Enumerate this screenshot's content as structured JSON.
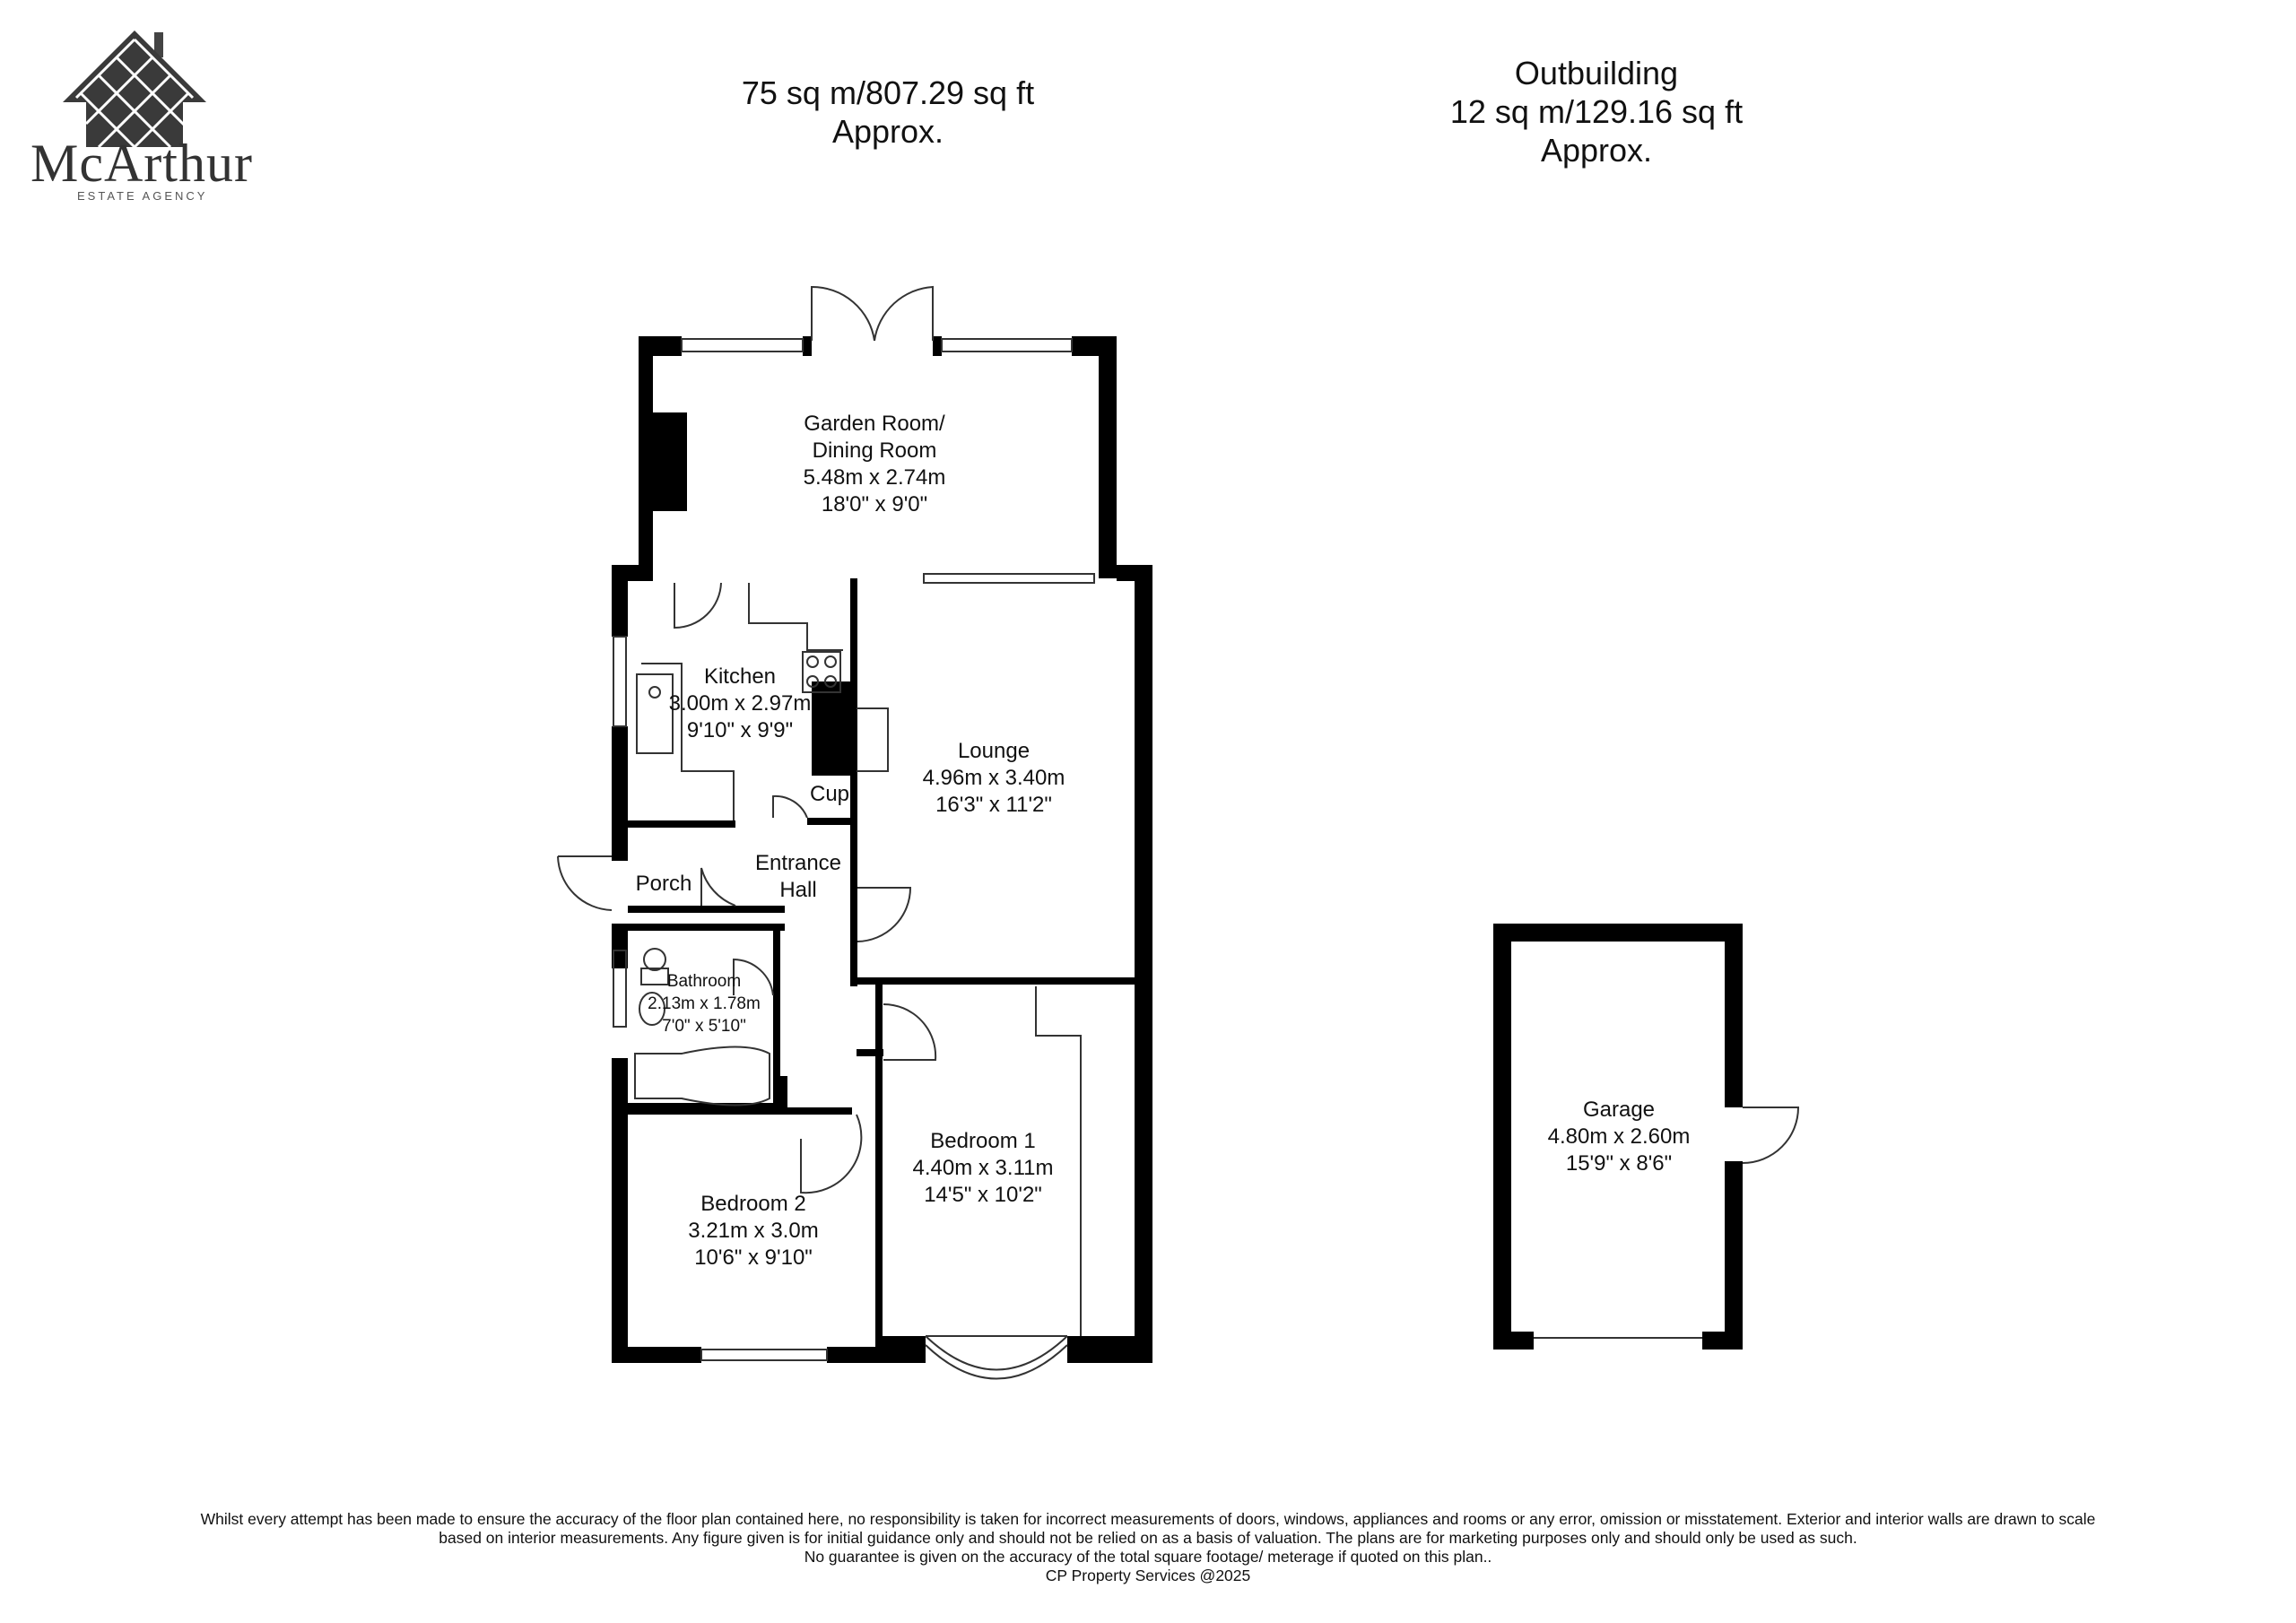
{
  "brand": {
    "name": "McArthur",
    "tagline": "ESTATE AGENCY"
  },
  "main_area": {
    "line1": "75 sq m/807.29 sq ft",
    "line2": "Approx."
  },
  "outbuilding_area": {
    "title": "Outbuilding",
    "line1": "12 sq m/129.16 sq ft",
    "line2": "Approx."
  },
  "rooms": {
    "garden_room": {
      "name1": "Garden Room/",
      "name2": "Dining Room",
      "metric": "5.48m x 2.74m",
      "imperial": "18'0\" x 9'0\""
    },
    "kitchen": {
      "name": "Kitchen",
      "metric": "3.00m x 2.97m",
      "imperial": "9'10\" x 9'9\""
    },
    "lounge": {
      "name": "Lounge",
      "metric": "4.96m x 3.40m",
      "imperial": "16'3\" x 11'2\""
    },
    "cup": {
      "name": "Cup"
    },
    "entrance_hall": {
      "name1": "Entrance",
      "name2": "Hall"
    },
    "porch": {
      "name": "Porch"
    },
    "bathroom": {
      "name": "Bathroom",
      "metric": "2.13m x 1.78m",
      "imperial": "7'0\" x 5'10\""
    },
    "bedroom1": {
      "name": "Bedroom 1",
      "metric": "4.40m x 3.11m",
      "imperial": "14'5\" x 10'2\""
    },
    "bedroom2": {
      "name": "Bedroom 2",
      "metric": "3.21m x 3.0m",
      "imperial": "10'6\" x 9'10\""
    },
    "garage": {
      "name": "Garage",
      "metric": "4.80m x 2.60m",
      "imperial": "15'9\" x 8'6\""
    }
  },
  "disclaimer": {
    "line1": "Whilst every attempt has been made to ensure the accuracy of the floor plan contained here, no responsibility is taken for incorrect measurements of doors, windows, appliances and rooms or any error, omission or misstatement. Exterior and interior walls are drawn to scale",
    "line2": "based on interior measurements. Any figure given is for initial guidance only and should not be relied on as a basis of valuation. The plans are for marketing purposes only and should only be used as such.",
    "line3": "No guarantee is given on the accuracy of the total square footage/ meterage if quoted on this plan..",
    "line4": "CP Property Services @2025"
  },
  "colors": {
    "wall": "#000000",
    "line": "#333333",
    "background": "#ffffff"
  },
  "icons": [
    "logo-house-icon",
    "sink-icon",
    "hob-icon",
    "toilet-icon",
    "basin-icon",
    "bath-icon"
  ]
}
